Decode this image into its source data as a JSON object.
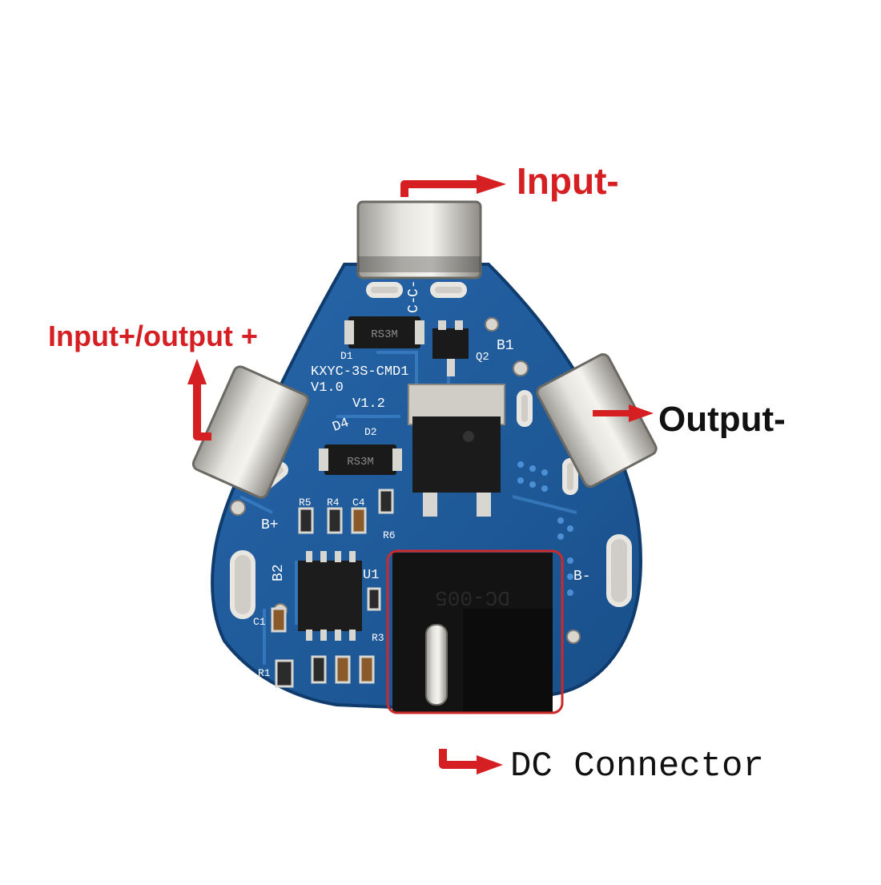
{
  "callouts": {
    "input_minus": "Input-",
    "input_plus_output_plus": "Input+/output +",
    "output_minus": "Output-",
    "dc_connector": "DC Connector"
  },
  "silkscreen": {
    "board_name": "KXYC-3S-CMD1",
    "ver_1_0": "V1.0",
    "ver_1_2": "V1.2",
    "c_minus_1": "C-",
    "c_minus_2": "C-",
    "b1": "B1",
    "b2": "B2",
    "b_plus": "B+",
    "b_minus": "B-",
    "d1": "D1",
    "d2": "D2",
    "d4": "D4",
    "q2": "Q2",
    "u1": "U1",
    "r1": "R1",
    "r3": "R3",
    "r4": "R4",
    "r5": "R5",
    "r6": "R6",
    "c1": "C1",
    "c4": "C4",
    "dc_mark": "DC-005",
    "diode_mark_1": "RS3M",
    "diode_mark_2": "RS3M"
  },
  "colors": {
    "pcb_blue": "#1f5d9e",
    "callout_red": "#d51f22",
    "highlight_box": "#cc2a2a",
    "terminal_metal": "#c9c6c0"
  }
}
